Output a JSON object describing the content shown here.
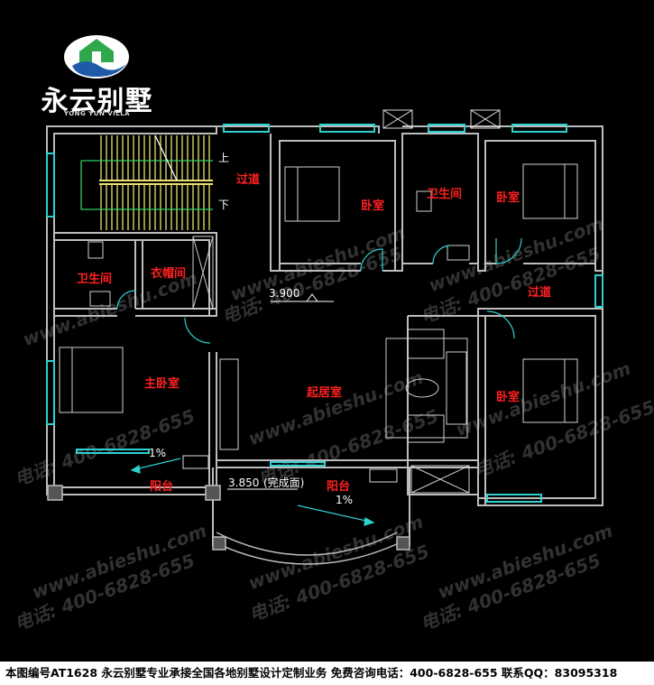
{
  "brand": {
    "name_cn": "永云别墅",
    "name_en": "YONG YUN VILLA"
  },
  "rooms": {
    "corridor_top_left": "过道",
    "bedroom_mid": "卧室",
    "bathroom_mid": "卫生间",
    "bedroom_right": "卧室",
    "bathroom_left": "卫生间",
    "closet": "衣帽间",
    "corridor_right": "过道",
    "master_bedroom": "主卧室",
    "living_room": "起居室",
    "bedroom_right_lower": "卧室",
    "balcony_left": "阳台",
    "balcony_center": "阳台"
  },
  "annotations": {
    "stair_up": "上",
    "stair_down": "下",
    "elevation_floor": "3.900",
    "elevation_balcony": "3.850",
    "elevation_note": "(完成面)",
    "slope_left": "1%",
    "slope_center": "1%"
  },
  "watermark": {
    "site": "www.abieshu.com",
    "phone": "电话: 400-6828-655"
  },
  "footer": {
    "text": "本图编号AT1628 永云别墅专业承接全国各地别墅设计定制业务 免费咨询电话：400-6828-655 联系QQ：83095318"
  },
  "colors": {
    "wall": "#bdbdbd",
    "window": "#2fd0d0",
    "label": "#ff2020",
    "stair": "#e8e070",
    "background": "#000000"
  }
}
